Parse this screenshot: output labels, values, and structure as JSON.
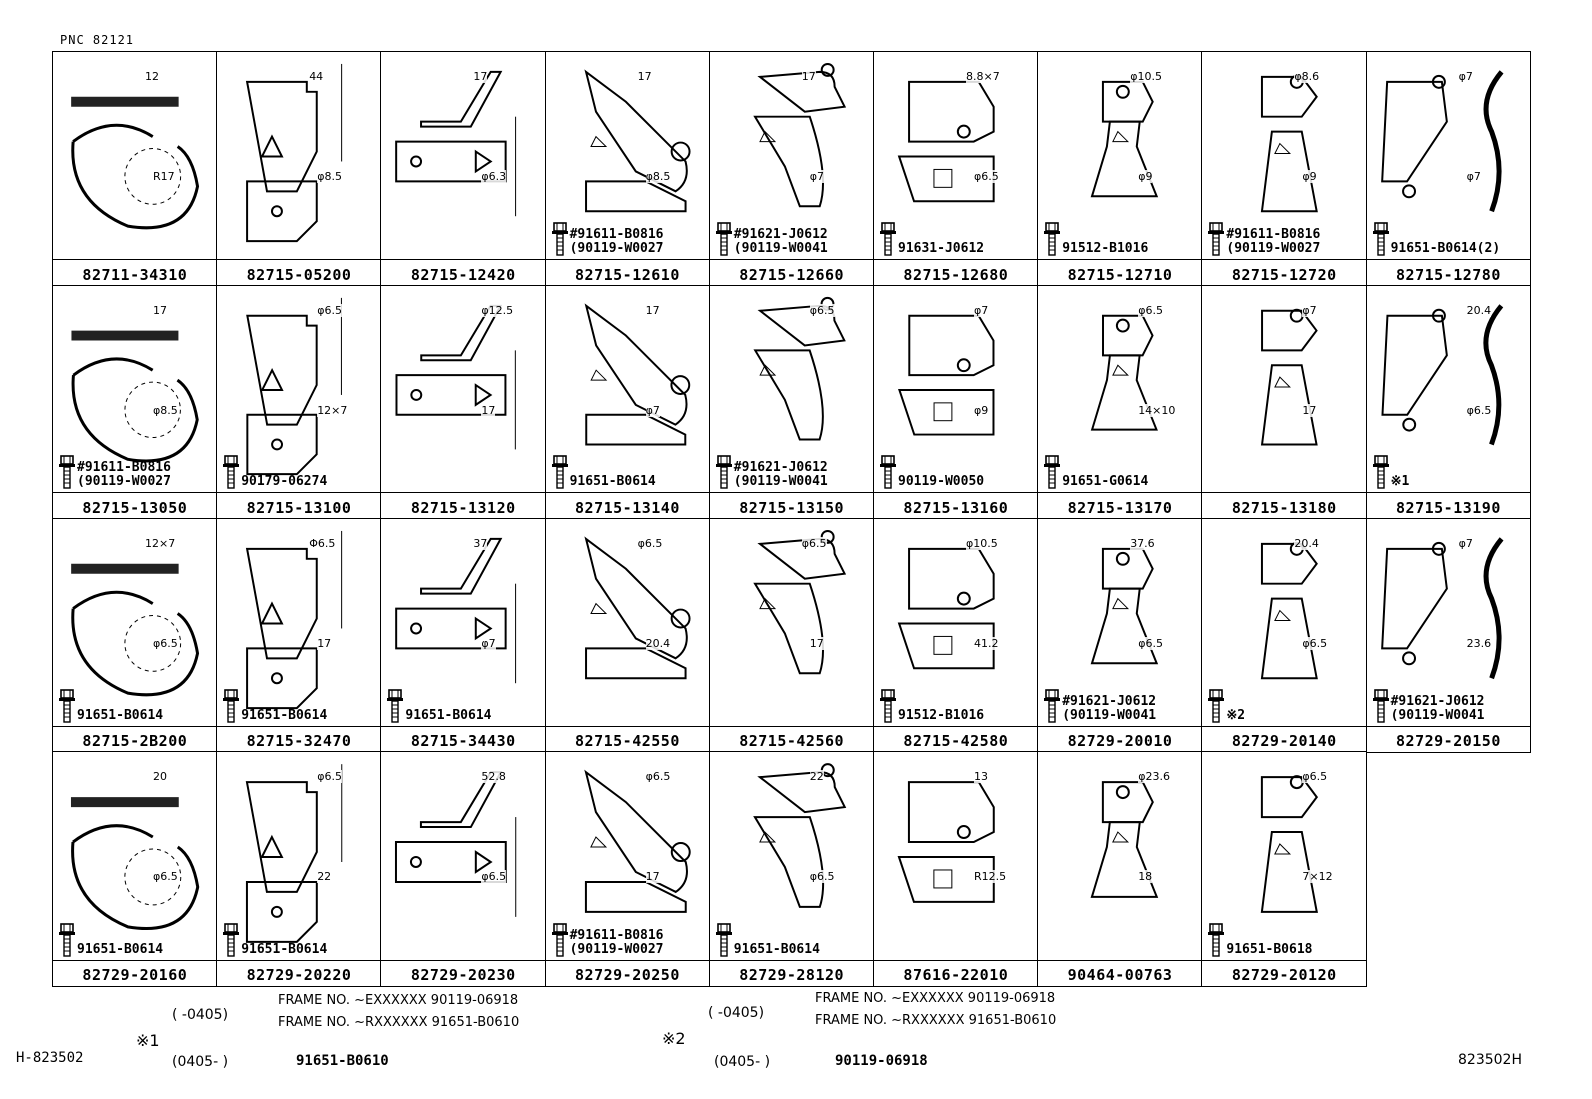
{
  "header": {
    "pnc": "PNC  82121"
  },
  "cells": [
    {
      "part": "82711-34310",
      "dims": [
        "12",
        "R17"
      ],
      "hw": "",
      "hw2": ""
    },
    {
      "part": "82715-05200",
      "dims": [
        "44",
        "φ8.5"
      ],
      "hw": "",
      "hw2": ""
    },
    {
      "part": "82715-12420",
      "dims": [
        "17",
        "φ6.3"
      ],
      "hw": "",
      "hw2": ""
    },
    {
      "part": "82715-12610",
      "dims": [
        "17",
        "φ8.5"
      ],
      "hw": "#91611-B0816",
      "hw2": "(90119-W0027"
    },
    {
      "part": "82715-12660",
      "dims": [
        "17",
        "φ7"
      ],
      "hw": "#91621-J0612",
      "hw2": "(90119-W0041"
    },
    {
      "part": "82715-12680",
      "dims": [
        "8.8×7",
        "φ6.5"
      ],
      "hw": "91631-J0612",
      "hw2": ""
    },
    {
      "part": "82715-12710",
      "dims": [
        "φ10.5",
        "φ9"
      ],
      "hw": "91512-B1016",
      "hw2": ""
    },
    {
      "part": "82715-12720",
      "dims": [
        "φ8.6",
        "φ9"
      ],
      "hw": "#91611-B0816",
      "hw2": "(90119-W0027"
    },
    {
      "part": "82715-12780",
      "dims": [
        "φ7",
        "φ7"
      ],
      "hw": "91651-B0614(2)",
      "hw2": ""
    },
    {
      "part": "82715-13050",
      "dims": [
        "17",
        "φ8.5"
      ],
      "hw": "#91611-B0816",
      "hw2": "(90119-W0027"
    },
    {
      "part": "82715-13100",
      "dims": [
        "φ6.5",
        "12×7"
      ],
      "hw": "90179-06274",
      "hw2": ""
    },
    {
      "part": "82715-13120",
      "dims": [
        "φ12.5",
        "17"
      ],
      "hw": "",
      "hw2": ""
    },
    {
      "part": "82715-13140",
      "dims": [
        "17",
        "φ7"
      ],
      "hw": "91651-B0614",
      "hw2": ""
    },
    {
      "part": "82715-13150",
      "dims": [
        "φ6.5",
        ""
      ],
      "hw": "#91621-J0612",
      "hw2": "(90119-W0041"
    },
    {
      "part": "82715-13160",
      "dims": [
        "φ7",
        "φ9"
      ],
      "hw": "90119-W0050",
      "hw2": ""
    },
    {
      "part": "82715-13170",
      "dims": [
        "φ6.5",
        "14×10"
      ],
      "hw": "91651-G0614",
      "hw2": ""
    },
    {
      "part": "82715-13180",
      "dims": [
        "φ7",
        "17"
      ],
      "hw": "",
      "hw2": ""
    },
    {
      "part": "82715-13190",
      "dims": [
        "20.4",
        "φ6.5"
      ],
      "hw": "※1",
      "hw2": ""
    },
    {
      "part": "82715-2B200",
      "dims": [
        "12×7",
        "φ6.5"
      ],
      "hw": "91651-B0614",
      "hw2": ""
    },
    {
      "part": "82715-32470",
      "dims": [
        "Φ6.5",
        "17"
      ],
      "hw": "91651-B0614",
      "hw2": ""
    },
    {
      "part": "82715-34430",
      "dims": [
        "37",
        "φ7"
      ],
      "hw": "91651-B0614",
      "hw2": ""
    },
    {
      "part": "82715-42550",
      "dims": [
        "φ6.5",
        "20.4"
      ],
      "hw": "",
      "hw2": ""
    },
    {
      "part": "82715-42560",
      "dims": [
        "φ6.5",
        "17"
      ],
      "hw": "",
      "hw2": ""
    },
    {
      "part": "82715-42580",
      "dims": [
        "φ10.5",
        "41.2"
      ],
      "hw": "91512-B1016",
      "hw2": ""
    },
    {
      "part": "82729-20010",
      "dims": [
        "37.6",
        "φ6.5"
      ],
      "hw": "#91621-J0612",
      "hw2": "(90119-W0041"
    },
    {
      "part": "82729-20140",
      "dims": [
        "20.4",
        "φ6.5"
      ],
      "hw": "※2",
      "hw2": ""
    },
    {
      "part": "82729-20150",
      "dims": [
        "φ7",
        "23.6"
      ],
      "hw": "#91621-J0612",
      "hw2": "(90119-W0041"
    },
    {
      "part": "82729-20160",
      "dims": [
        "20",
        "φ6.5"
      ],
      "hw": "91651-B0614",
      "hw2": ""
    },
    {
      "part": "82729-20220",
      "dims": [
        "φ6.5",
        "22"
      ],
      "hw": "91651-B0614",
      "hw2": ""
    },
    {
      "part": "82729-20230",
      "dims": [
        "52.8",
        "φ6.5"
      ],
      "hw": "",
      "hw2": ""
    },
    {
      "part": "82729-20250",
      "dims": [
        "φ6.5",
        "17"
      ],
      "hw": "#91611-B0816",
      "hw2": "(90119-W0027"
    },
    {
      "part": "82729-28120",
      "dims": [
        "22",
        "φ6.5"
      ],
      "hw": "91651-B0614",
      "hw2": ""
    },
    {
      "part": "87616-22010",
      "dims": [
        "13",
        "R12.5"
      ],
      "hw": "",
      "hw2": ""
    },
    {
      "part": "90464-00763",
      "dims": [
        "φ23.6",
        "18"
      ],
      "hw": "",
      "hw2": ""
    },
    {
      "part": "82729-20120",
      "dims": [
        "φ6.5",
        "7×12"
      ],
      "hw": "91651-B0618",
      "hw2": ""
    }
  ],
  "notes": {
    "n1": {
      "marker": "※1",
      "paren1": "(    -0405)",
      "line1": "FRAME  NO. ~EXXXXXX  90119-06918",
      "line2": "FRAME  NO. ~RXXXXXX  91651-B0610",
      "paren2": "(0405-      )",
      "line3": "91651-B0610"
    },
    "n2": {
      "marker": "※2",
      "paren1": "(    -0405)",
      "line1": "FRAME  NO. ~EXXXXXX   90119-06918",
      "line2": "FRAME  NO. ~RXXXXXX   91651-B0610",
      "paren2": "(0405-      )",
      "line3": "90119-06918"
    }
  },
  "footer": {
    "left": "H-823502",
    "right": "823502H"
  }
}
